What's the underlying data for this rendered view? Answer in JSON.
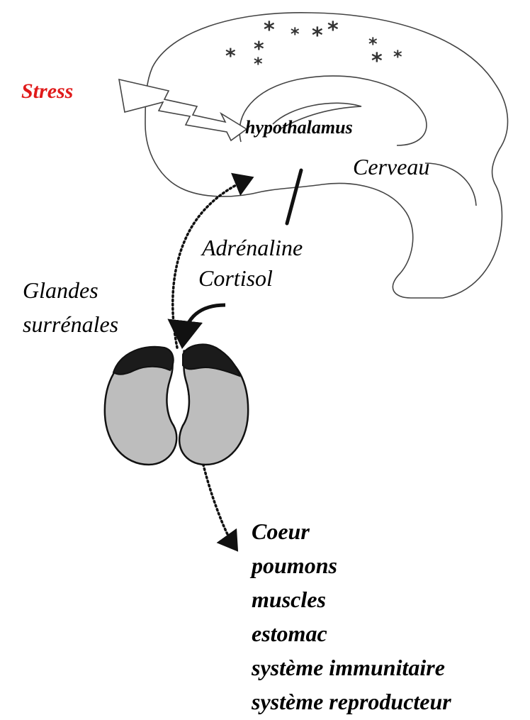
{
  "labels": {
    "stress": "Stress",
    "hypothalamus": "hypothalamus",
    "cerveau": "Cerveau",
    "hormone_1": "Adrénaline",
    "hormone_2": "Cortisol",
    "glands_1": "Glandes",
    "glands_2": "surrénales"
  },
  "targets": [
    "Coeur",
    "poumons",
    "muscles",
    "estomac",
    "système immunitaire",
    "système reproducteur"
  ],
  "colors": {
    "stress": "#e01a1a",
    "gland_cortex": "#bdbdbd",
    "gland_medulla": "#1b1b1b"
  }
}
